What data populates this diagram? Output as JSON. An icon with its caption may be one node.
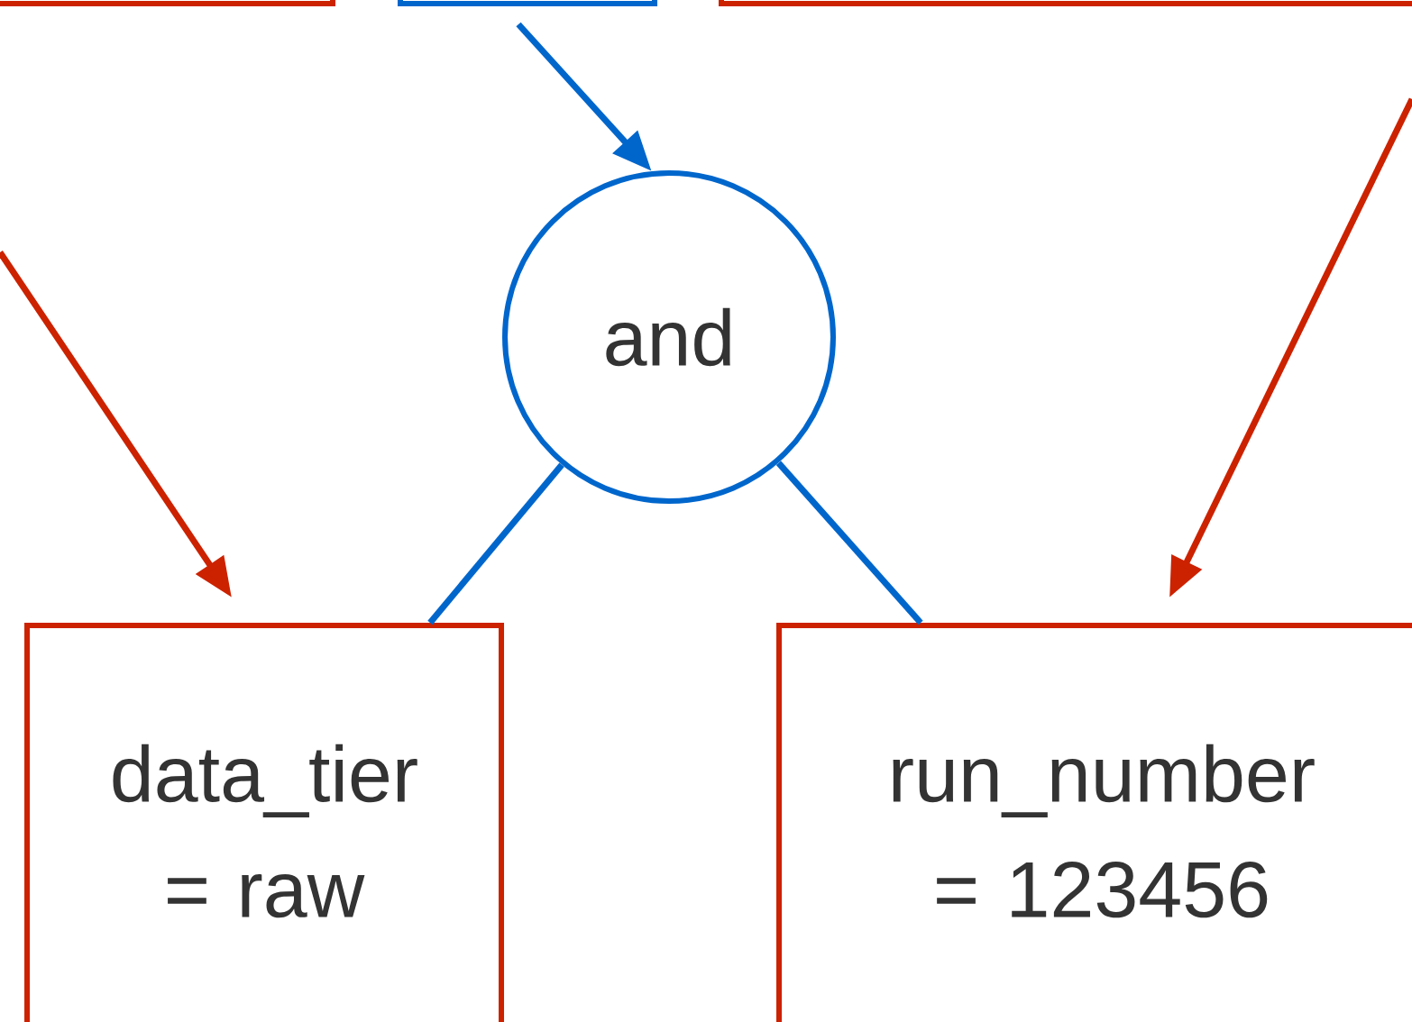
{
  "diagram": {
    "nodes": [
      {
        "text": [],
        "shape": "box"
      },
      {
        "text": [],
        "shape": "box"
      },
      {
        "text": [],
        "shape": "box"
      },
      {
        "text": [
          "and"
        ]
      },
      {
        "text": [
          "data_tier = raw"
        ]
      },
      {
        "text": [
          "run_number = 123456"
        ]
      }
    ],
    "edges": [
      {
        "from": 1,
        "to": 3,
        "arrow": "to"
      },
      {
        "from": null,
        "to": 4,
        "arrow": "to",
        "color": "#cc2200"
      },
      {
        "from": null,
        "to": 5,
        "arrow": "to",
        "color": "#cc2200"
      },
      {
        "from": 3,
        "to": 4,
        "arrow": "none"
      },
      {
        "from": 3,
        "to": 5,
        "arrow": "none"
      }
    ]
  }
}
